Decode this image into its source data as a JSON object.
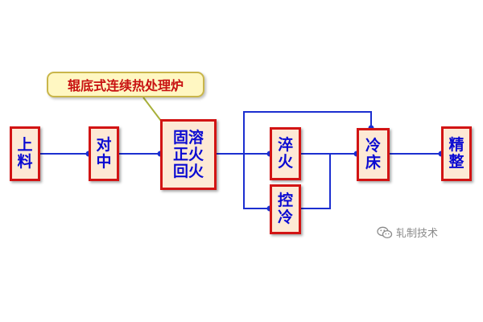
{
  "callout": {
    "label": "辊底式连续热处理炉"
  },
  "boxes": {
    "load": "上\n料",
    "align": "对\n中",
    "solution_normalize_temper": "固溶\n正火\n回火",
    "quench": "淬\n火",
    "controlled_cooling": "控\n冷",
    "cooling_bed": "冷\n床",
    "finishing": "精\n整"
  },
  "watermark": {
    "text": "轧制技术",
    "icon": "wechat-icon"
  },
  "colors": {
    "box_border": "#d21414",
    "box_fill": "#fde9d5",
    "box_text": "#0a0ad2",
    "line": "#1c2fd0",
    "callout_fill": "#fff7c2",
    "callout_text": "#c81010"
  }
}
